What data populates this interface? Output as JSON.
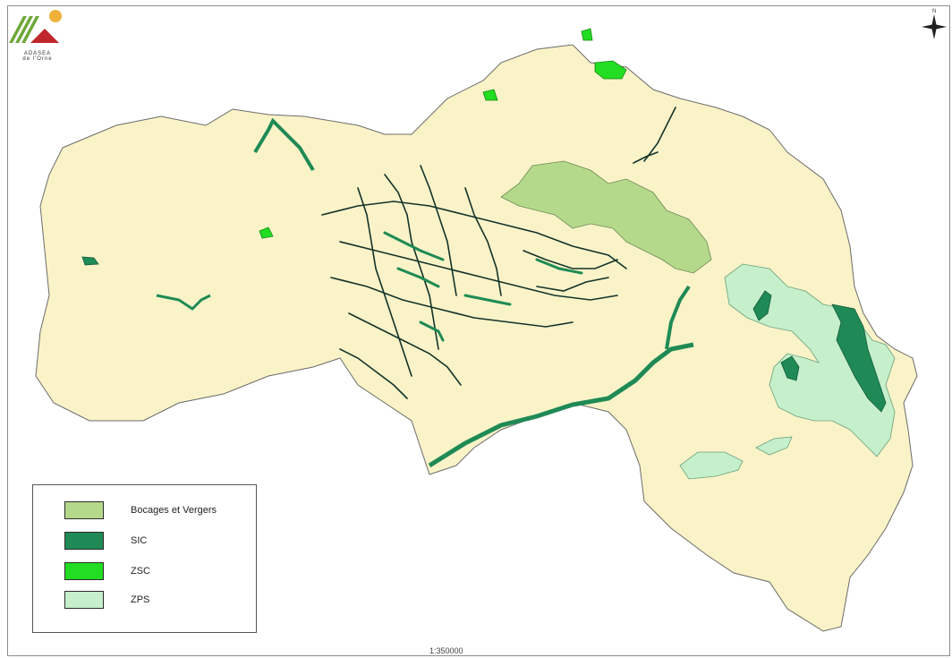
{
  "logo": {
    "name": "ADASEA",
    "subtitle": "de l'Orne"
  },
  "compass": {
    "north_label": "N"
  },
  "legend": {
    "items": [
      {
        "label": "Bocages et Vergers",
        "color": "#b5d98a"
      },
      {
        "label": "SIC",
        "color": "#1f8a55"
      },
      {
        "label": "ZSC",
        "color": "#22dd22"
      },
      {
        "label": "ZPS",
        "color": "#c6efcc"
      }
    ]
  },
  "map": {
    "base_color": "#faf3c8",
    "river_color": "#12332a"
  },
  "scale": "1:350000"
}
